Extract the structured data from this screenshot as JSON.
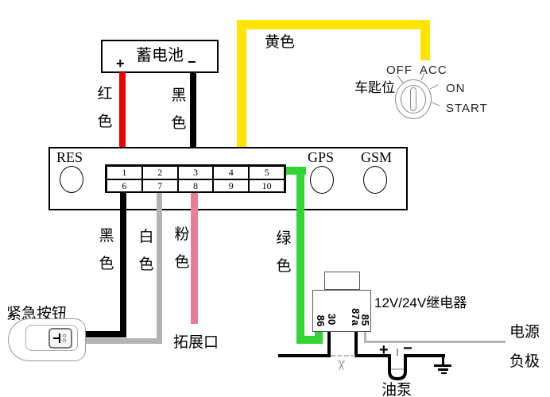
{
  "battery": {
    "title": "蓄电池",
    "plus": "+",
    "minus": "−",
    "red_label": "红色",
    "black_label": "黑色"
  },
  "yellow_label": "黄色",
  "key_switch": {
    "label": "车匙位",
    "off": "OFF",
    "acc": "ACC",
    "on": "ON",
    "start": "START"
  },
  "device": {
    "res": "RES",
    "gps": "GPS",
    "gsm": "GSM",
    "terminal_cells": [
      "1",
      "2",
      "3",
      "4",
      "5",
      "6",
      "7",
      "8",
      "9",
      "10"
    ]
  },
  "lower_wires": {
    "black": "黑色",
    "white": "白色",
    "pink": "粉色",
    "green": "绿色"
  },
  "emergency": {
    "label": "紧急按钮"
  },
  "expansion": {
    "label": "拓展口"
  },
  "relay": {
    "label": "12V/24V继电器",
    "pin_86": "86",
    "pin_30": "30",
    "pin_87a": "87a",
    "pin_85": "85"
  },
  "pump": {
    "plus": "+",
    "minus": "−",
    "label": "油泵"
  },
  "power": {
    "line1": "电源",
    "line2": "负极"
  },
  "icons": {
    "scissors": "✂"
  },
  "colors": {
    "red": "#ee0000",
    "black": "#000000",
    "yellow": "#ffe400",
    "green": "#35d435",
    "pink": "#e87f95",
    "gray": "#b3b3b3"
  }
}
